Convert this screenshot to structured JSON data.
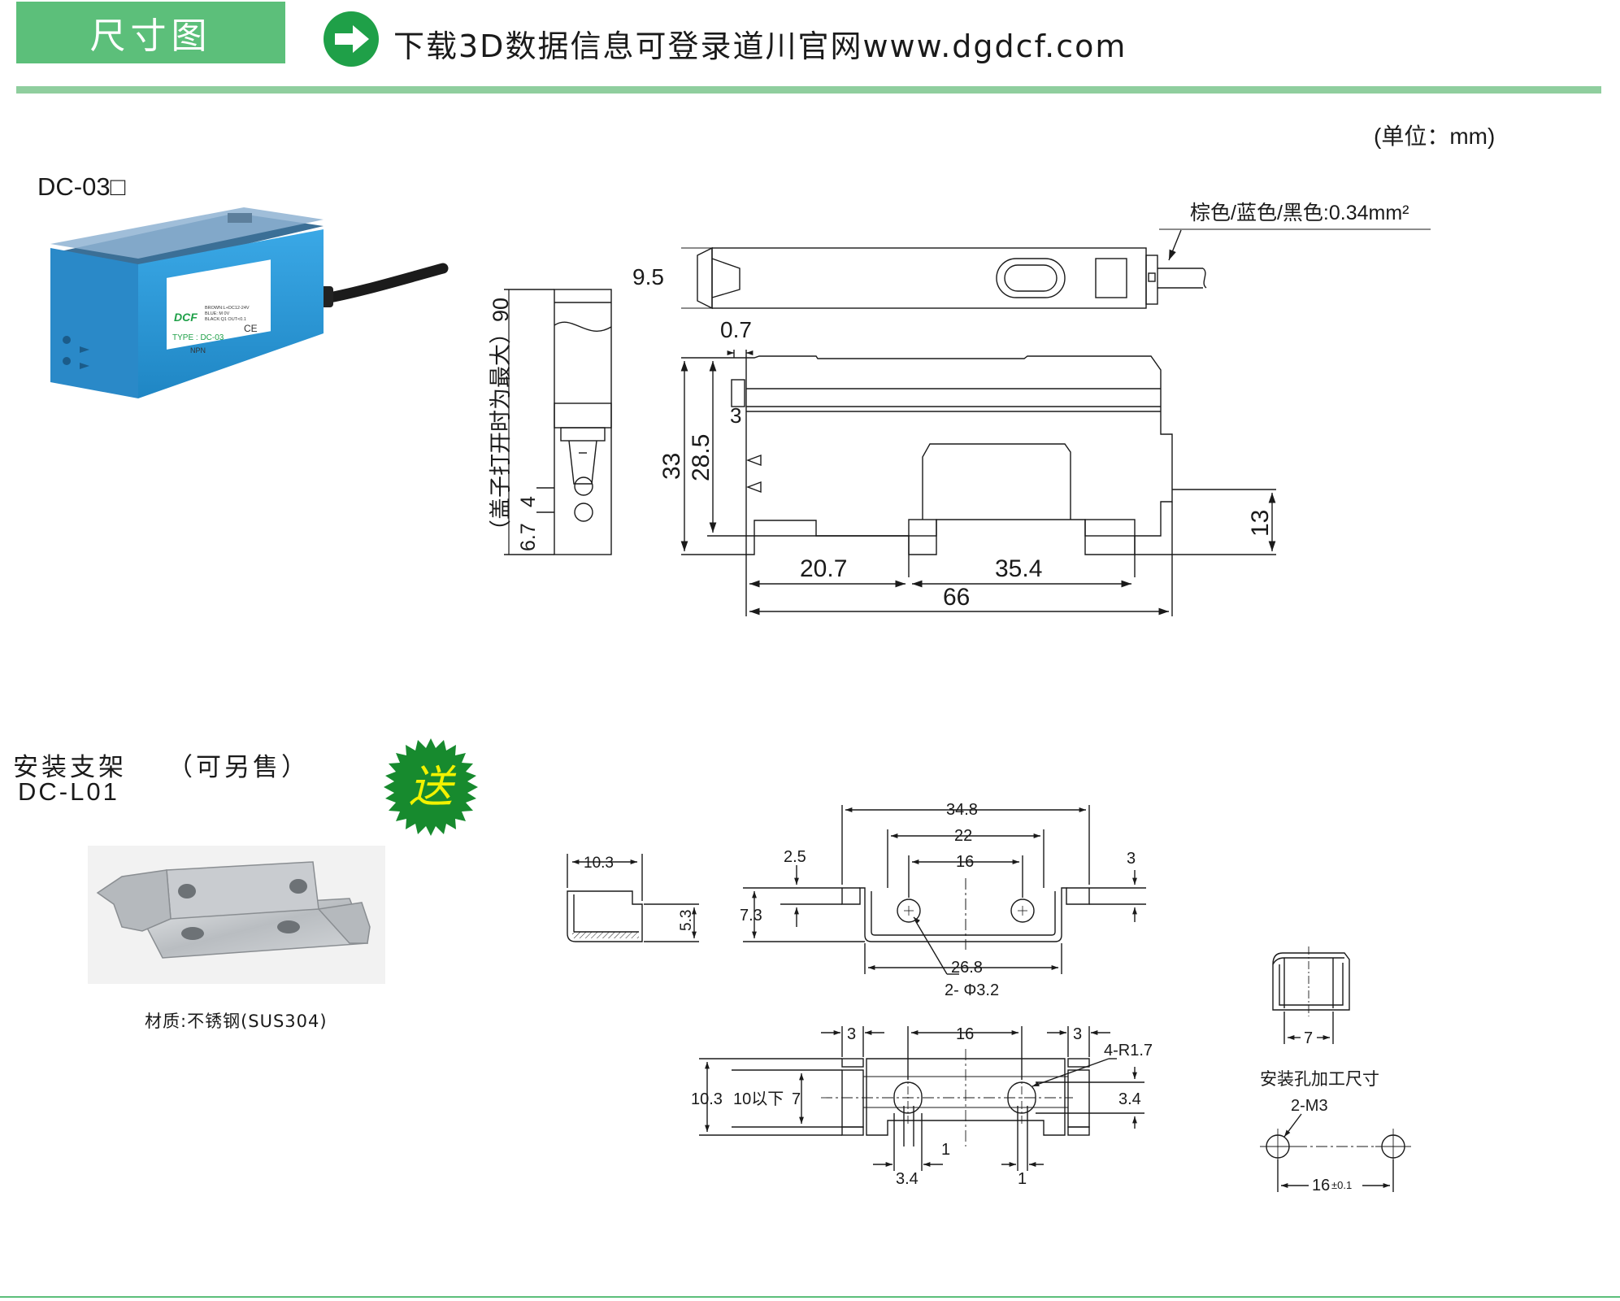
{
  "header": {
    "tab_title": "尺寸图",
    "download_note": "下载3D数据信息可登录道川官网www.dgdcf.com"
  },
  "unit_note": "(单位：mm)",
  "sensor": {
    "model": "DC-03□",
    "product_photo": {
      "brand": "DCF",
      "type_label": "TYPE : DC-03",
      "output": "NPN",
      "wiring": [
        "BROWN:L+DC12-24V",
        "BLUE: M 0V",
        "BLACK:Q1 OUT<0.1"
      ]
    },
    "wire_note": "棕色/蓝色/黑色:0.34mm²",
    "side_view": {
      "vertical_note": "（盖子打开时为最大）90",
      "dims": [
        "6.7",
        "4"
      ]
    },
    "top_view": {
      "dims": [
        "9.5"
      ]
    },
    "front_view": {
      "dims": [
        "0.7",
        "3",
        "33",
        "28.5",
        "13",
        "20.7",
        "35.4",
        "66"
      ]
    }
  },
  "bracket": {
    "title": "安装支架",
    "sale_note": "（可另售）",
    "model": "DC-L01",
    "gift_badge": "送",
    "material_note": "材质:不锈钢(SUS304)",
    "end_view": {
      "dims": [
        "10.3",
        "5.3"
      ]
    },
    "front_view": {
      "dims": [
        "34.8",
        "22",
        "16",
        "2.5",
        "3",
        "7.3",
        "26.8",
        "2- Φ3.2"
      ]
    },
    "top_view": {
      "dims": [
        "3",
        "16",
        "3",
        "4-R1.7",
        "10.3",
        "10以下",
        "7",
        "3.4",
        "1",
        "3.4",
        "1"
      ]
    },
    "fit_view": {
      "dims": [
        "7"
      ]
    },
    "mounting_holes": {
      "title": "安装孔加工尺寸",
      "thread": "2-M3",
      "pitch": "16",
      "tolerance": "±0.1"
    }
  },
  "colors": {
    "accent_green": "#5cbf7a",
    "rule_green": "#8fce9e",
    "badge_green": "#1fa048",
    "sensor_blue": "#2a9ad8",
    "line": "#1a1a1a"
  }
}
